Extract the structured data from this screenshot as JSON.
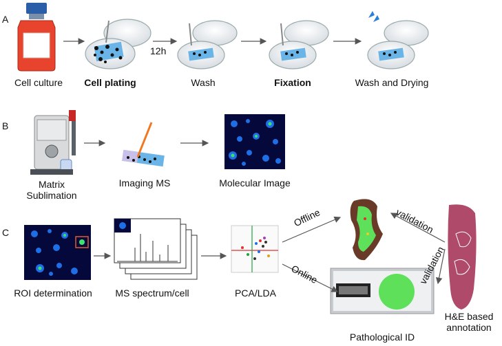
{
  "panels": {
    "a": "A",
    "b": "B",
    "c": "C"
  },
  "row_a": {
    "step1": "Cell culture",
    "step2": "Cell plating",
    "step3": "Wash",
    "step4": "Fixation",
    "step5": "Wash and Drying",
    "duration": "12h"
  },
  "row_b": {
    "step1_line1": "Matrix",
    "step1_line2": "Sublimation",
    "step2": "Imaging MS",
    "step3": "Molecular Image"
  },
  "row_c": {
    "step1": "ROI determination",
    "step2": "MS spectrum/cell",
    "step3": "PCA/LDA",
    "offline": "Offline",
    "online": "Online",
    "validation_top": "validation",
    "validation_bottom": "validation",
    "result": "Pathological ID",
    "annotation_line1": "H&E based",
    "annotation_line2": "annotation"
  },
  "colors": {
    "bottle_cap": "#2a5fa8",
    "bottle_body": "#e8432c",
    "slide": "#6ab4e8",
    "heatmap_bg": "#04083a",
    "cell_blue": "#1e6fe6",
    "cell_green": "#40e070",
    "tissue": "#b04a6a",
    "id_green": "#5ee05a"
  }
}
